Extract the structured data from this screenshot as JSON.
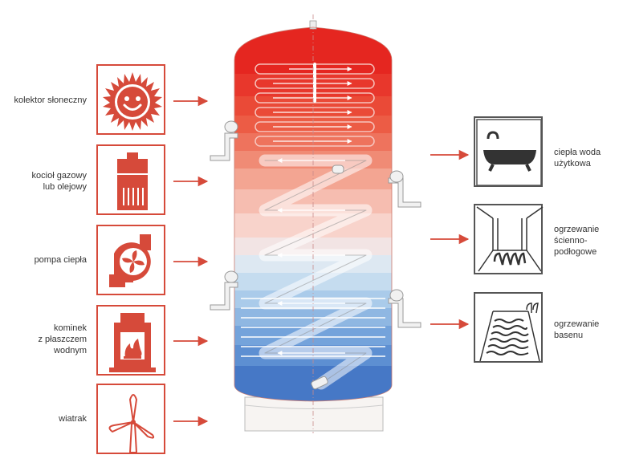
{
  "sources": [
    {
      "key": "solar",
      "label": "kolektor słoneczny",
      "icon": "sun-icon"
    },
    {
      "key": "boiler",
      "label": "kocioł gazowy\nlub olejowy",
      "icon": "boiler-icon"
    },
    {
      "key": "heatpump",
      "label": "pompa ciepła",
      "icon": "heat-pump-icon"
    },
    {
      "key": "fireplace",
      "label": "kominek\nz płaszczem\nwodnym",
      "icon": "fireplace-icon"
    },
    {
      "key": "wind",
      "label": "wiatrak",
      "icon": "wind-turbine-icon"
    }
  ],
  "outputs": [
    {
      "key": "hotwater",
      "label": "ciepła woda\nużytkowa",
      "icon": "bathtub-icon"
    },
    {
      "key": "floor",
      "label": "ogrzewanie\nścienno-\npodłogowe",
      "icon": "floor-heating-icon"
    },
    {
      "key": "pool",
      "label": "ogrzewanie\nbasenu",
      "icon": "pool-icon"
    }
  ],
  "colors": {
    "accent": "#d64a3a",
    "outline": "#555555",
    "hot": "#e02a22",
    "cold": "#3a6fc4"
  }
}
